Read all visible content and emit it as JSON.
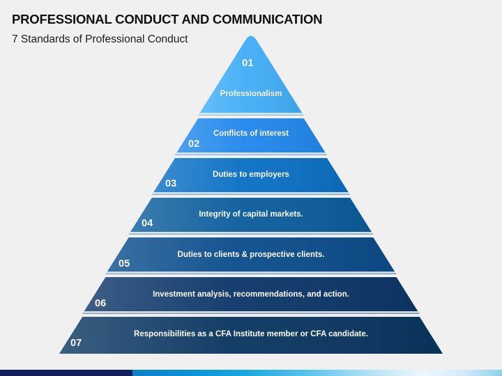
{
  "slide": {
    "title": "PROFESSIONAL CONDUCT AND COMMUNICATION",
    "subtitle": "7 Standards of Professional Conduct",
    "background_color": "#f0f0f0"
  },
  "chart_data": {
    "type": "pyramid",
    "title": "7 Standards of Professional Conduct",
    "levels": [
      {
        "number": "01",
        "label": "Professionalism",
        "color": "#42AEF7"
      },
      {
        "number": "02",
        "label": "Conflicts of interest",
        "color": "#2188EC"
      },
      {
        "number": "03",
        "label": "Duties to employers",
        "color": "#0B70C4"
      },
      {
        "number": "04",
        "label": "Integrity of capital markets.",
        "color": "#0B5D9C"
      },
      {
        "number": "05",
        "label": "Duties to clients & prospective clients.",
        "color": "#0B4D8C"
      },
      {
        "number": "06",
        "label": "Investment analysis, recommendations, and action.",
        "color": "#0C3668"
      },
      {
        "number": "07",
        "label": "Responsibilities as a CFA Institute member or CFA candidate.",
        "color": "#093660"
      }
    ]
  },
  "footer": {
    "bar_dark_color": "#10205c",
    "bar_gradient_start": "#0d7fc6",
    "bar_gradient_end": "#8ecfee"
  }
}
